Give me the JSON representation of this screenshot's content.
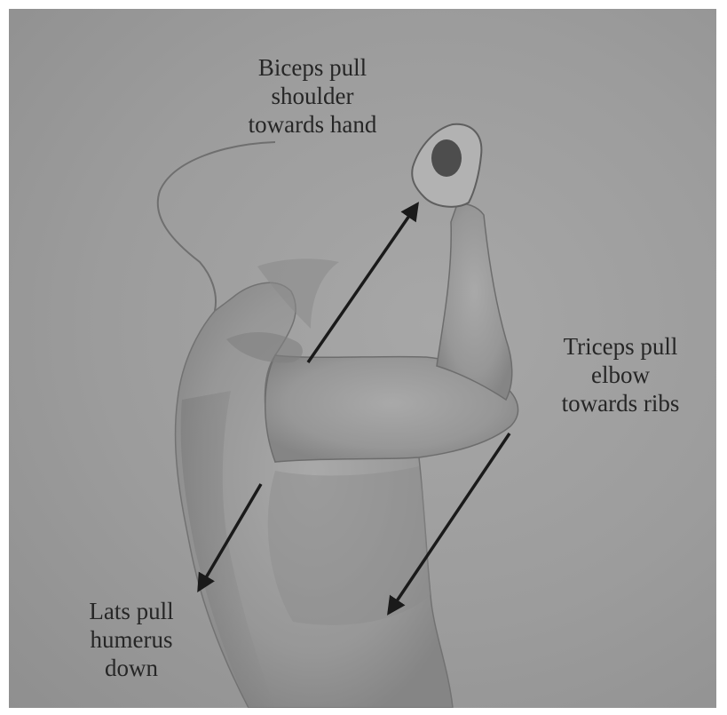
{
  "labels": {
    "biceps": [
      "Biceps pull",
      "shoulder",
      "towards hand"
    ],
    "triceps": [
      "Triceps pull",
      "elbow",
      "towards ribs"
    ],
    "lats": [
      "Lats pull",
      "humerus",
      "down"
    ]
  },
  "colors": {
    "background": "#9e9e9e",
    "ink": "#262626",
    "arrow": "#1a1a1a"
  }
}
